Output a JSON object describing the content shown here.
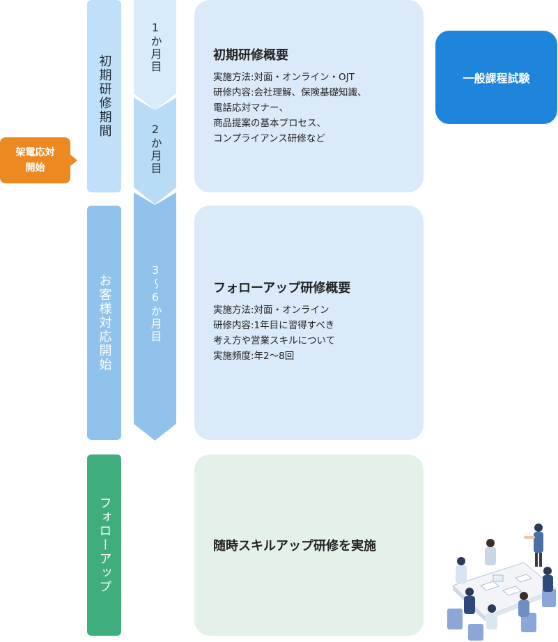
{
  "phases": {
    "initial": "初期研修期間",
    "customer": "お客様対応開始",
    "follow": "フォローアップ"
  },
  "callout": {
    "line1": "架電応対",
    "line2": "開始"
  },
  "months": {
    "m1": "1か月目",
    "m2": "2か月目",
    "m3": "3〜6か月目"
  },
  "initial_box": {
    "title": "初期研修概要",
    "lines": [
      "実施方法:対面・オンライン・OJT",
      "研修内容:会社理解、保険基礎知識、",
      "電話応対マナー、",
      "商品提案の基本プロセス、",
      "コンプライアンス研修など"
    ]
  },
  "follow_box": {
    "title": "フォローアップ研修概要",
    "lines": [
      "実施方法:対面・オンライン",
      "研修内容:1年目に習得すべき",
      "考え方や営業スキルについて",
      "実施頻度:年2〜8回"
    ]
  },
  "skill_box": {
    "title": "随時スキルアップ研修を実施"
  },
  "exam": {
    "label": "一般課程試験"
  },
  "colors": {
    "phase_initial": "#bfe0f8",
    "phase_customer": "#90c2ec",
    "phase_follow": "#3fae7c",
    "callout": "#ec8a21",
    "exam": "#1e84dc",
    "box_blue": "#dbeaf8",
    "box_green": "#e3f1e8"
  },
  "illustration": "meeting-people-illustration"
}
